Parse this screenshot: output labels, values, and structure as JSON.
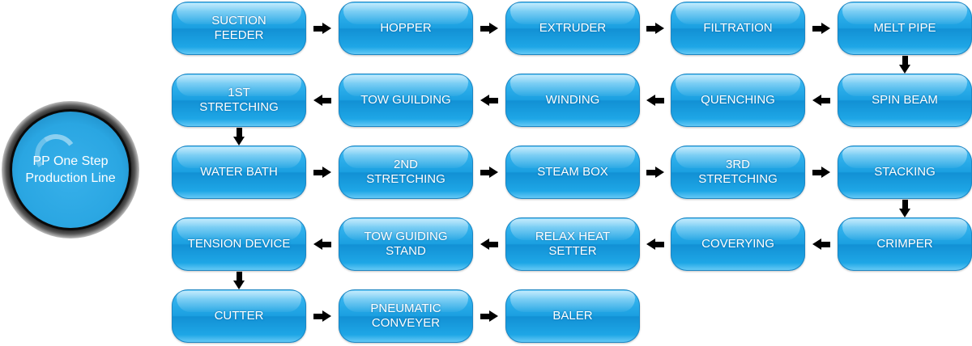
{
  "title": "PP One Step Production Line",
  "steps": [
    "SUCTION FEEDER",
    "HOPPER",
    "EXTRUDER",
    "FILTRATION",
    "MELT PIPE",
    "SPIN BEAM",
    "QUENCHING",
    "WINDING",
    "TOW GUILDING",
    "1ST STRETCHING",
    "WATER BATH",
    "2ND STRETCHING",
    "STEAM BOX",
    "3RD STRETCHING",
    "STACKING",
    "CRIMPER",
    "COVERYING",
    "RELAX HEAT SETTER",
    "TOW GUIDING STAND",
    "TENSION DEVICE",
    "CUTTER",
    "PNEUMATIC CONVEYER",
    "BALER"
  ],
  "colors": {
    "box": "#1a9fe0",
    "arrow": "#000000"
  }
}
